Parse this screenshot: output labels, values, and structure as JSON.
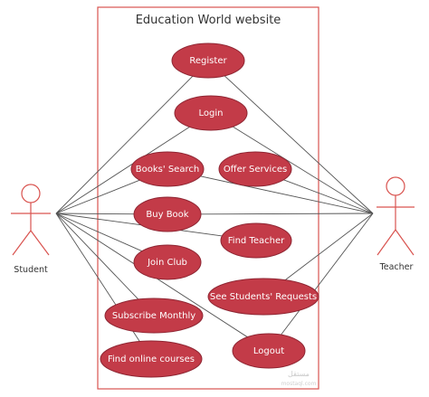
{
  "system": {
    "title": "Education World website",
    "border_color": "#d9534f"
  },
  "use_cases": [
    {
      "id": "register",
      "label": "Register"
    },
    {
      "id": "login",
      "label": "Login"
    },
    {
      "id": "books-search",
      "label": "Books' Search"
    },
    {
      "id": "offer-services",
      "label": "Offer Services"
    },
    {
      "id": "buy-book",
      "label": "Buy Book"
    },
    {
      "id": "find-teacher",
      "label": "Find Teacher"
    },
    {
      "id": "join-club",
      "label": "Join Club"
    },
    {
      "id": "see-students-requests",
      "label": "See Students' Requests"
    },
    {
      "id": "subscribe-monthly",
      "label": "Subscribe Monthly"
    },
    {
      "id": "logout",
      "label": "Logout"
    },
    {
      "id": "find-online-courses",
      "label": "Find online courses"
    }
  ],
  "actors": [
    {
      "id": "student",
      "label": "Student"
    },
    {
      "id": "teacher",
      "label": "Teacher"
    }
  ],
  "associations": [
    {
      "actor": "student",
      "use_case": "register"
    },
    {
      "actor": "student",
      "use_case": "login"
    },
    {
      "actor": "student",
      "use_case": "books-search"
    },
    {
      "actor": "student",
      "use_case": "buy-book"
    },
    {
      "actor": "student",
      "use_case": "find-teacher"
    },
    {
      "actor": "student",
      "use_case": "join-club"
    },
    {
      "actor": "student",
      "use_case": "subscribe-monthly"
    },
    {
      "actor": "student",
      "use_case": "logout"
    },
    {
      "actor": "student",
      "use_case": "find-online-courses"
    },
    {
      "actor": "teacher",
      "use_case": "register"
    },
    {
      "actor": "teacher",
      "use_case": "login"
    },
    {
      "actor": "teacher",
      "use_case": "books-search"
    },
    {
      "actor": "teacher",
      "use_case": "offer-services"
    },
    {
      "actor": "teacher",
      "use_case": "buy-book"
    },
    {
      "actor": "teacher",
      "use_case": "see-students-requests"
    },
    {
      "actor": "teacher",
      "use_case": "logout"
    }
  ],
  "colors": {
    "use_case_fill": "#c33b48",
    "use_case_stroke": "#8f2633",
    "actor_stroke": "#d9534f",
    "line": "#555555"
  },
  "watermark": {
    "text": "مستقل",
    "sub": "mostaql.com"
  }
}
